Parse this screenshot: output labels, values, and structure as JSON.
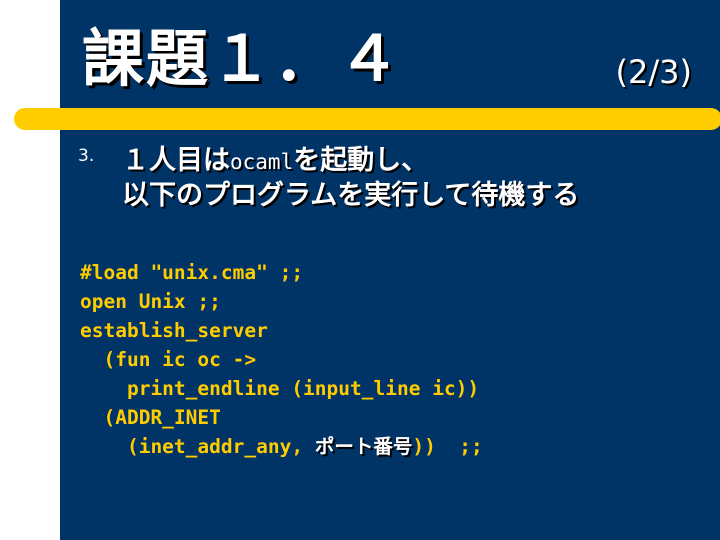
{
  "slide": {
    "title": "課題１．４",
    "page_indicator": "(2/3)",
    "accent_color": "#ffcc00",
    "background_color": "#003366"
  },
  "instruction": {
    "number": "3.",
    "line1_prefix": "１人目は",
    "line1_code": "ocaml",
    "line1_suffix": "を起動し、",
    "line2": "以下のプログラムを実行して待機する"
  },
  "code": {
    "line1": "#load \"unix.cma\" ;;",
    "line2": "open Unix ;;",
    "line3": "establish_server",
    "line4": "  (fun ic oc ->",
    "line5": "    print_endline (input_line ic))",
    "line6": "  (ADDR_INET",
    "line7_prefix": "    (inet_addr_any, ",
    "line7_placeholder": "ポート番号",
    "line7_suffix": "))  ;;"
  }
}
